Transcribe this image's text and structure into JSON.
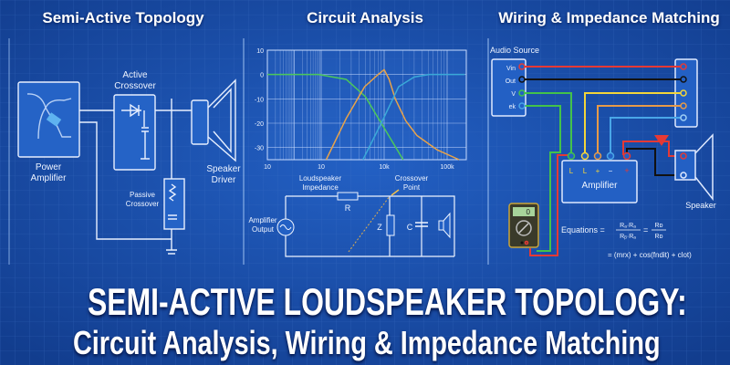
{
  "headings": {
    "left": "Semi-Active Topology",
    "middle": "Circuit Analysis",
    "right": "Wiring & Impedance Matching"
  },
  "left": {
    "power_amplifier": [
      "Power",
      "Amplifier"
    ],
    "active_crossover": [
      "Active",
      "Crossover"
    ],
    "speaker_driver": [
      "Speaker",
      "Driver"
    ],
    "passive_crossover": [
      "Passive",
      "Crossover"
    ]
  },
  "circuit": {
    "impedance": [
      "Loudspeaker",
      "Impedance"
    ],
    "crossover_point": [
      "Crossover",
      "Point"
    ],
    "amp_output": [
      "Amplifier",
      "Output"
    ],
    "r": "R",
    "z": "Z",
    "c": "C"
  },
  "wiring": {
    "audio_source": "Audio Source",
    "pins": [
      "Vin",
      "Out",
      "V",
      "ek"
    ],
    "amp_label": "Amplifier",
    "amp_pins": [
      "L",
      "L",
      "+",
      "−",
      "+"
    ],
    "speaker": "Speaker",
    "meter_value": "0",
    "equation1": "Equations =",
    "frac1_num": "Rₐ·Rₐ",
    "frac1_den": "Rᵦ·Rₐ",
    "frac2_num": "Rᴅ",
    "frac2_den": "Rᴅ",
    "equation2": "= (mrx) + cos(fndit) + clot)",
    "wire_colors": [
      "#e53935",
      "#111111",
      "#43c24a",
      "#f2d53a",
      "#e79a48",
      "#49a6e8"
    ]
  },
  "title": {
    "line1": "SEMI-ACTIVE LOUDSPEAKER TOPOLOGY:",
    "line2": "Circuit Analysis, Wiring & Impedance Matching"
  },
  "chart_data": {
    "type": "line",
    "x_scale": "log",
    "x_ticks": [
      10,
      1000,
      10000,
      100000
    ],
    "x_tick_labels": [
      "10",
      "10",
      "10k",
      "100k"
    ],
    "y_ticks": [
      10,
      0,
      -10,
      -20,
      -30
    ],
    "ylim": [
      -35,
      10
    ],
    "grid": true,
    "series": [
      {
        "color": "#4cc85a",
        "points": [
          [
            10,
            0
          ],
          [
            800,
            0
          ],
          [
            2500,
            -2
          ],
          [
            5000,
            -9
          ],
          [
            9000,
            -20
          ],
          [
            20000,
            -35
          ]
        ]
      },
      {
        "color": "#e8a34a",
        "points": [
          [
            1200,
            -35
          ],
          [
            2500,
            -18
          ],
          [
            4900,
            -5
          ],
          [
            8000,
            0
          ],
          [
            10000,
            2
          ],
          [
            12000,
            -2
          ],
          [
            15000,
            -10
          ],
          [
            22000,
            -19
          ],
          [
            33000,
            -25
          ],
          [
            70000,
            -31
          ],
          [
            155000,
            -35
          ]
        ]
      },
      {
        "color": "#3aa9d8",
        "points": [
          [
            4600,
            -35
          ],
          [
            9000,
            -20
          ],
          [
            17000,
            -5
          ],
          [
            30000,
            -1
          ],
          [
            52000,
            0
          ],
          [
            190000,
            0
          ]
        ]
      }
    ]
  }
}
